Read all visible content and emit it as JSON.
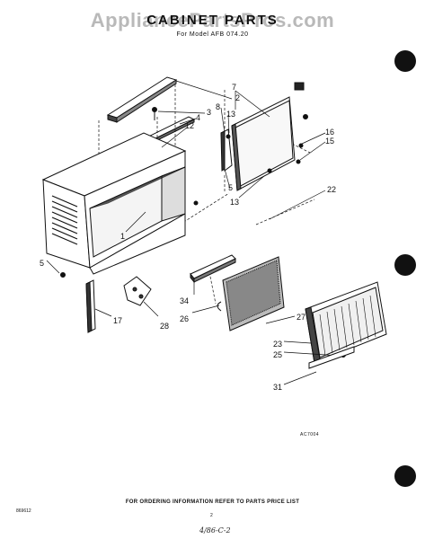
{
  "watermark": "AppliancePartsPros.com",
  "title": "CABINET PARTS",
  "subtitle": "For Model AFB 074.20",
  "callouts": [
    "7",
    "2",
    "3",
    "4",
    "12",
    "8",
    "13",
    "16",
    "15",
    "5",
    "13",
    "22",
    "1",
    "5",
    "17",
    "28",
    "34",
    "26",
    "27",
    "23",
    "25",
    "31"
  ],
  "art_code": "AC7004",
  "footnote": "FOR ORDERING INFORMATION REFER TO PARTS PRICE LIST",
  "doc_number": "869612",
  "page_number": "2",
  "handwritten": "4/86-C-2"
}
